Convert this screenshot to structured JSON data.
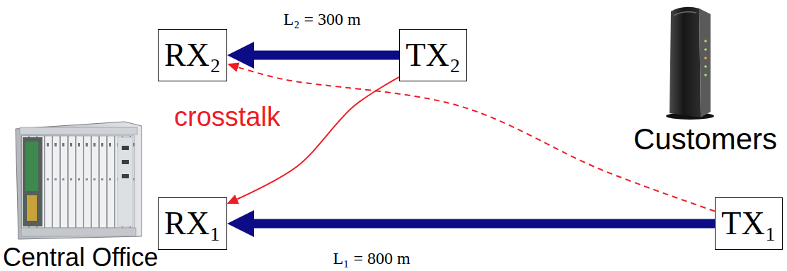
{
  "diagram": {
    "nodes": [
      {
        "text": [
          "RX₂"
        ]
      },
      {
        "text": [
          "TX₂"
        ]
      },
      {
        "text": [
          "RX₁"
        ]
      },
      {
        "text": [
          "TX₁"
        ]
      }
    ],
    "edges": [
      {
        "from": 1,
        "to": 0,
        "label": "L₂ = 300 m",
        "arrow": "to"
      },
      {
        "from": 3,
        "to": 2,
        "label": "L₁ = 800 m",
        "arrow": "to"
      },
      {
        "from": 1,
        "to": 2,
        "arrow": "to"
      },
      {
        "from": 3,
        "to": 0,
        "arrow": "to"
      }
    ],
    "labels": [
      "crosstalk",
      "Customers",
      "Central Office"
    ]
  }
}
